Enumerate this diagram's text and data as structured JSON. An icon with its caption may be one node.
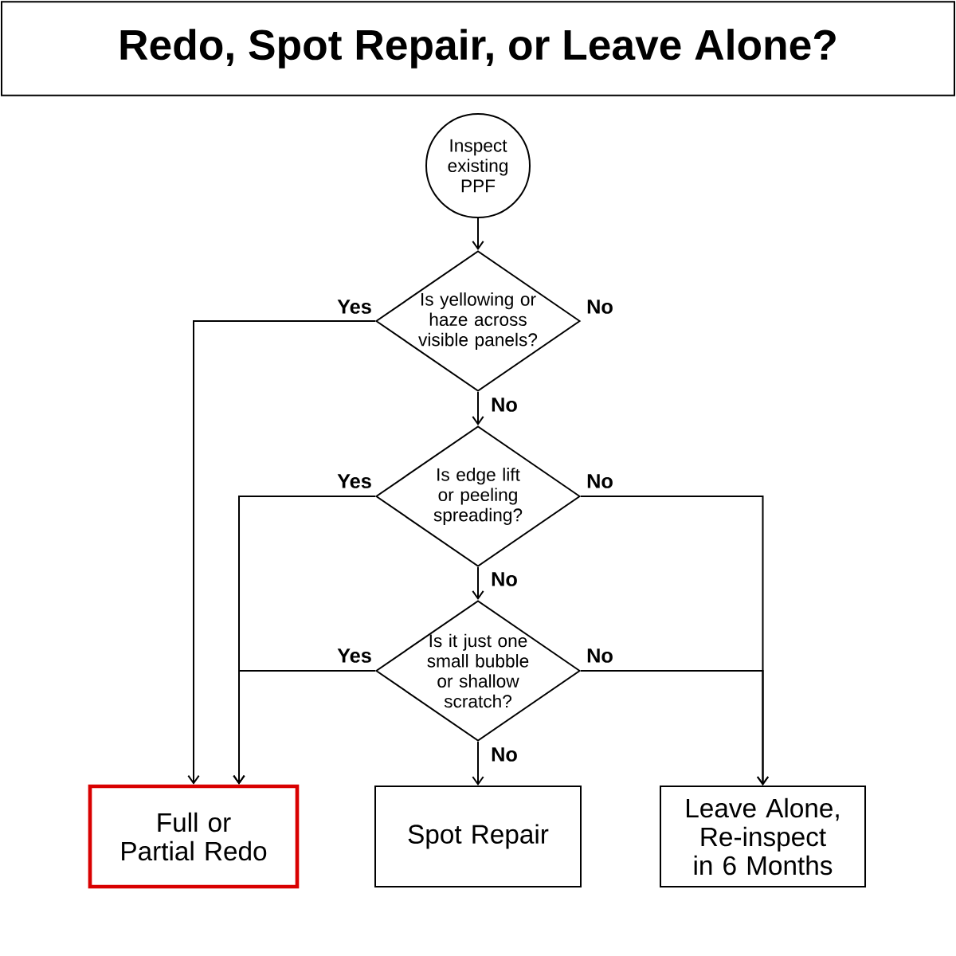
{
  "diagram": {
    "title": "Redo, Spot Repair, or Leave Alone?",
    "nodes": [
      {
        "text": [
          "Inspect existing PPF"
        ]
      },
      {
        "text": [
          "Is yellowing or haze across visible panels?"
        ]
      },
      {
        "text": [
          "Is edge lift or peeling spreading?"
        ]
      },
      {
        "text": [
          "Is it just one small bubble or shallow scratch?"
        ]
      },
      {
        "text": [
          "Full or Partial Redo"
        ]
      },
      {
        "text": [
          "Spot Repair"
        ]
      },
      {
        "text": [
          "Leave Alone, Re-inspect in 6 Months"
        ]
      }
    ],
    "edges": [
      {
        "from": 0,
        "to": 1,
        "arrow": "to"
      },
      {
        "from": 1,
        "to": 4,
        "arrow": "to",
        "label": "Yes"
      },
      {
        "from": 1,
        "to": 2,
        "arrow": "to",
        "label": "No"
      },
      {
        "from": 2,
        "to": 4,
        "arrow": "to",
        "label": "Yes"
      },
      {
        "from": 2,
        "to": 6,
        "arrow": "to",
        "label": "No"
      },
      {
        "from": 2,
        "to": 3,
        "arrow": "to",
        "label": "No"
      },
      {
        "from": 3,
        "to": 4,
        "arrow": "to",
        "label": "Yes"
      },
      {
        "from": 3,
        "to": 6,
        "arrow": "to",
        "label": "No"
      },
      {
        "from": 3,
        "to": 5,
        "arrow": "to",
        "label": "No"
      }
    ],
    "labels": [
      "No"
    ]
  }
}
